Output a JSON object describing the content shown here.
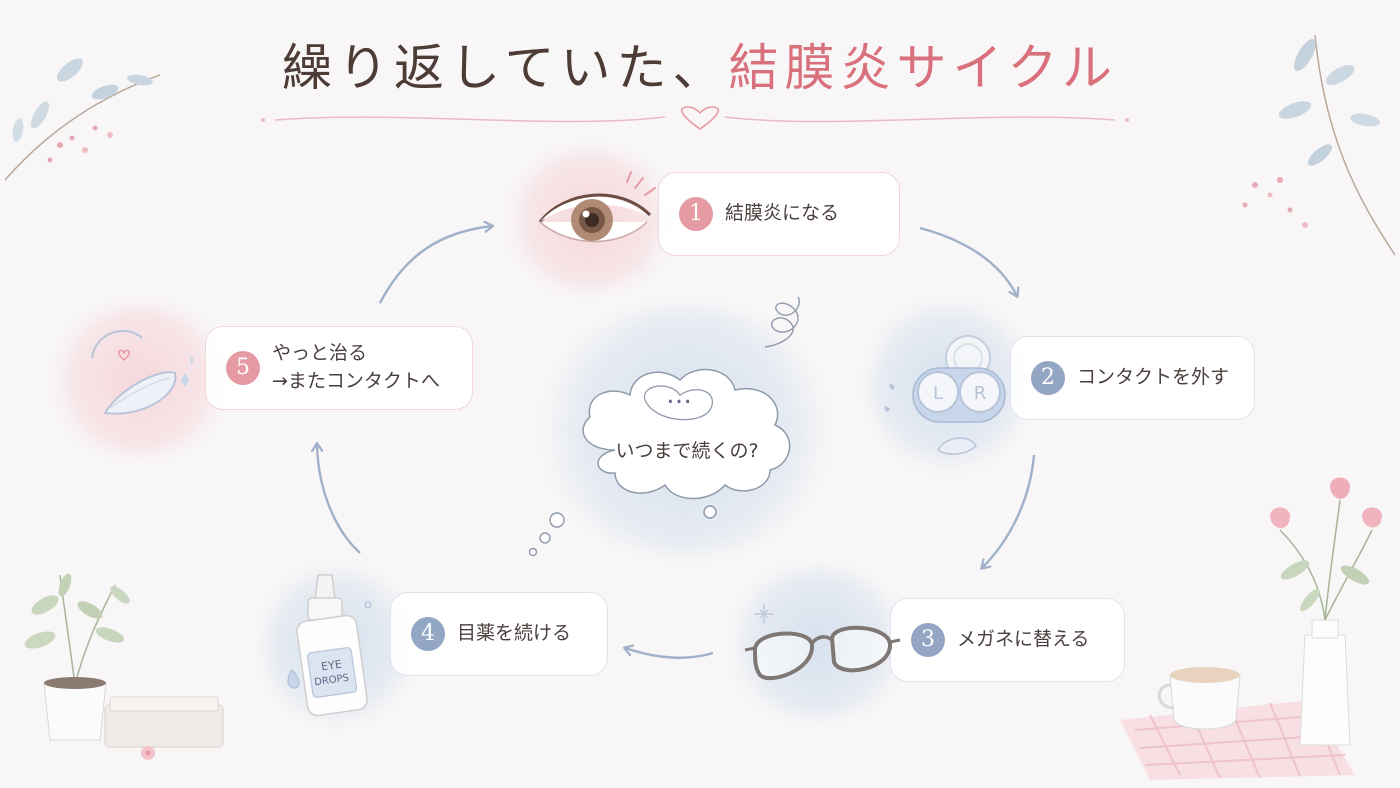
{
  "title": {
    "prefix": "繰り返していた、",
    "highlight": "結膜炎サイクル"
  },
  "colors": {
    "title_dark": "#4d3b35",
    "title_accent": "#d9717c",
    "badge_pink": "#e69aa3",
    "badge_blue": "#93a6c3",
    "arrow": "#9fb0c8"
  },
  "steps": [
    {
      "number": "1",
      "label": "結膜炎になる",
      "icon": "eye-icon",
      "theme": "pink"
    },
    {
      "number": "2",
      "label": "コンタクトを外す",
      "icon": "contact-lens-case-icon",
      "theme": "blue"
    },
    {
      "number": "3",
      "label": "メガネに替える",
      "icon": "glasses-icon",
      "theme": "blue"
    },
    {
      "number": "4",
      "label": "目薬を続ける",
      "icon": "eye-drops-icon",
      "theme": "blue"
    },
    {
      "number": "5",
      "label_line1": "やっと治る",
      "label_line2": "→またコンタクトへ",
      "icon": "contact-lens-icon",
      "theme": "pink"
    }
  ],
  "center": {
    "dots": "…",
    "question": "いつまで続くの?"
  },
  "eye_drops_text": {
    "line1": "EYE",
    "line2": "DROPS"
  },
  "lens_case_text": {
    "left": "L",
    "right": "R"
  }
}
